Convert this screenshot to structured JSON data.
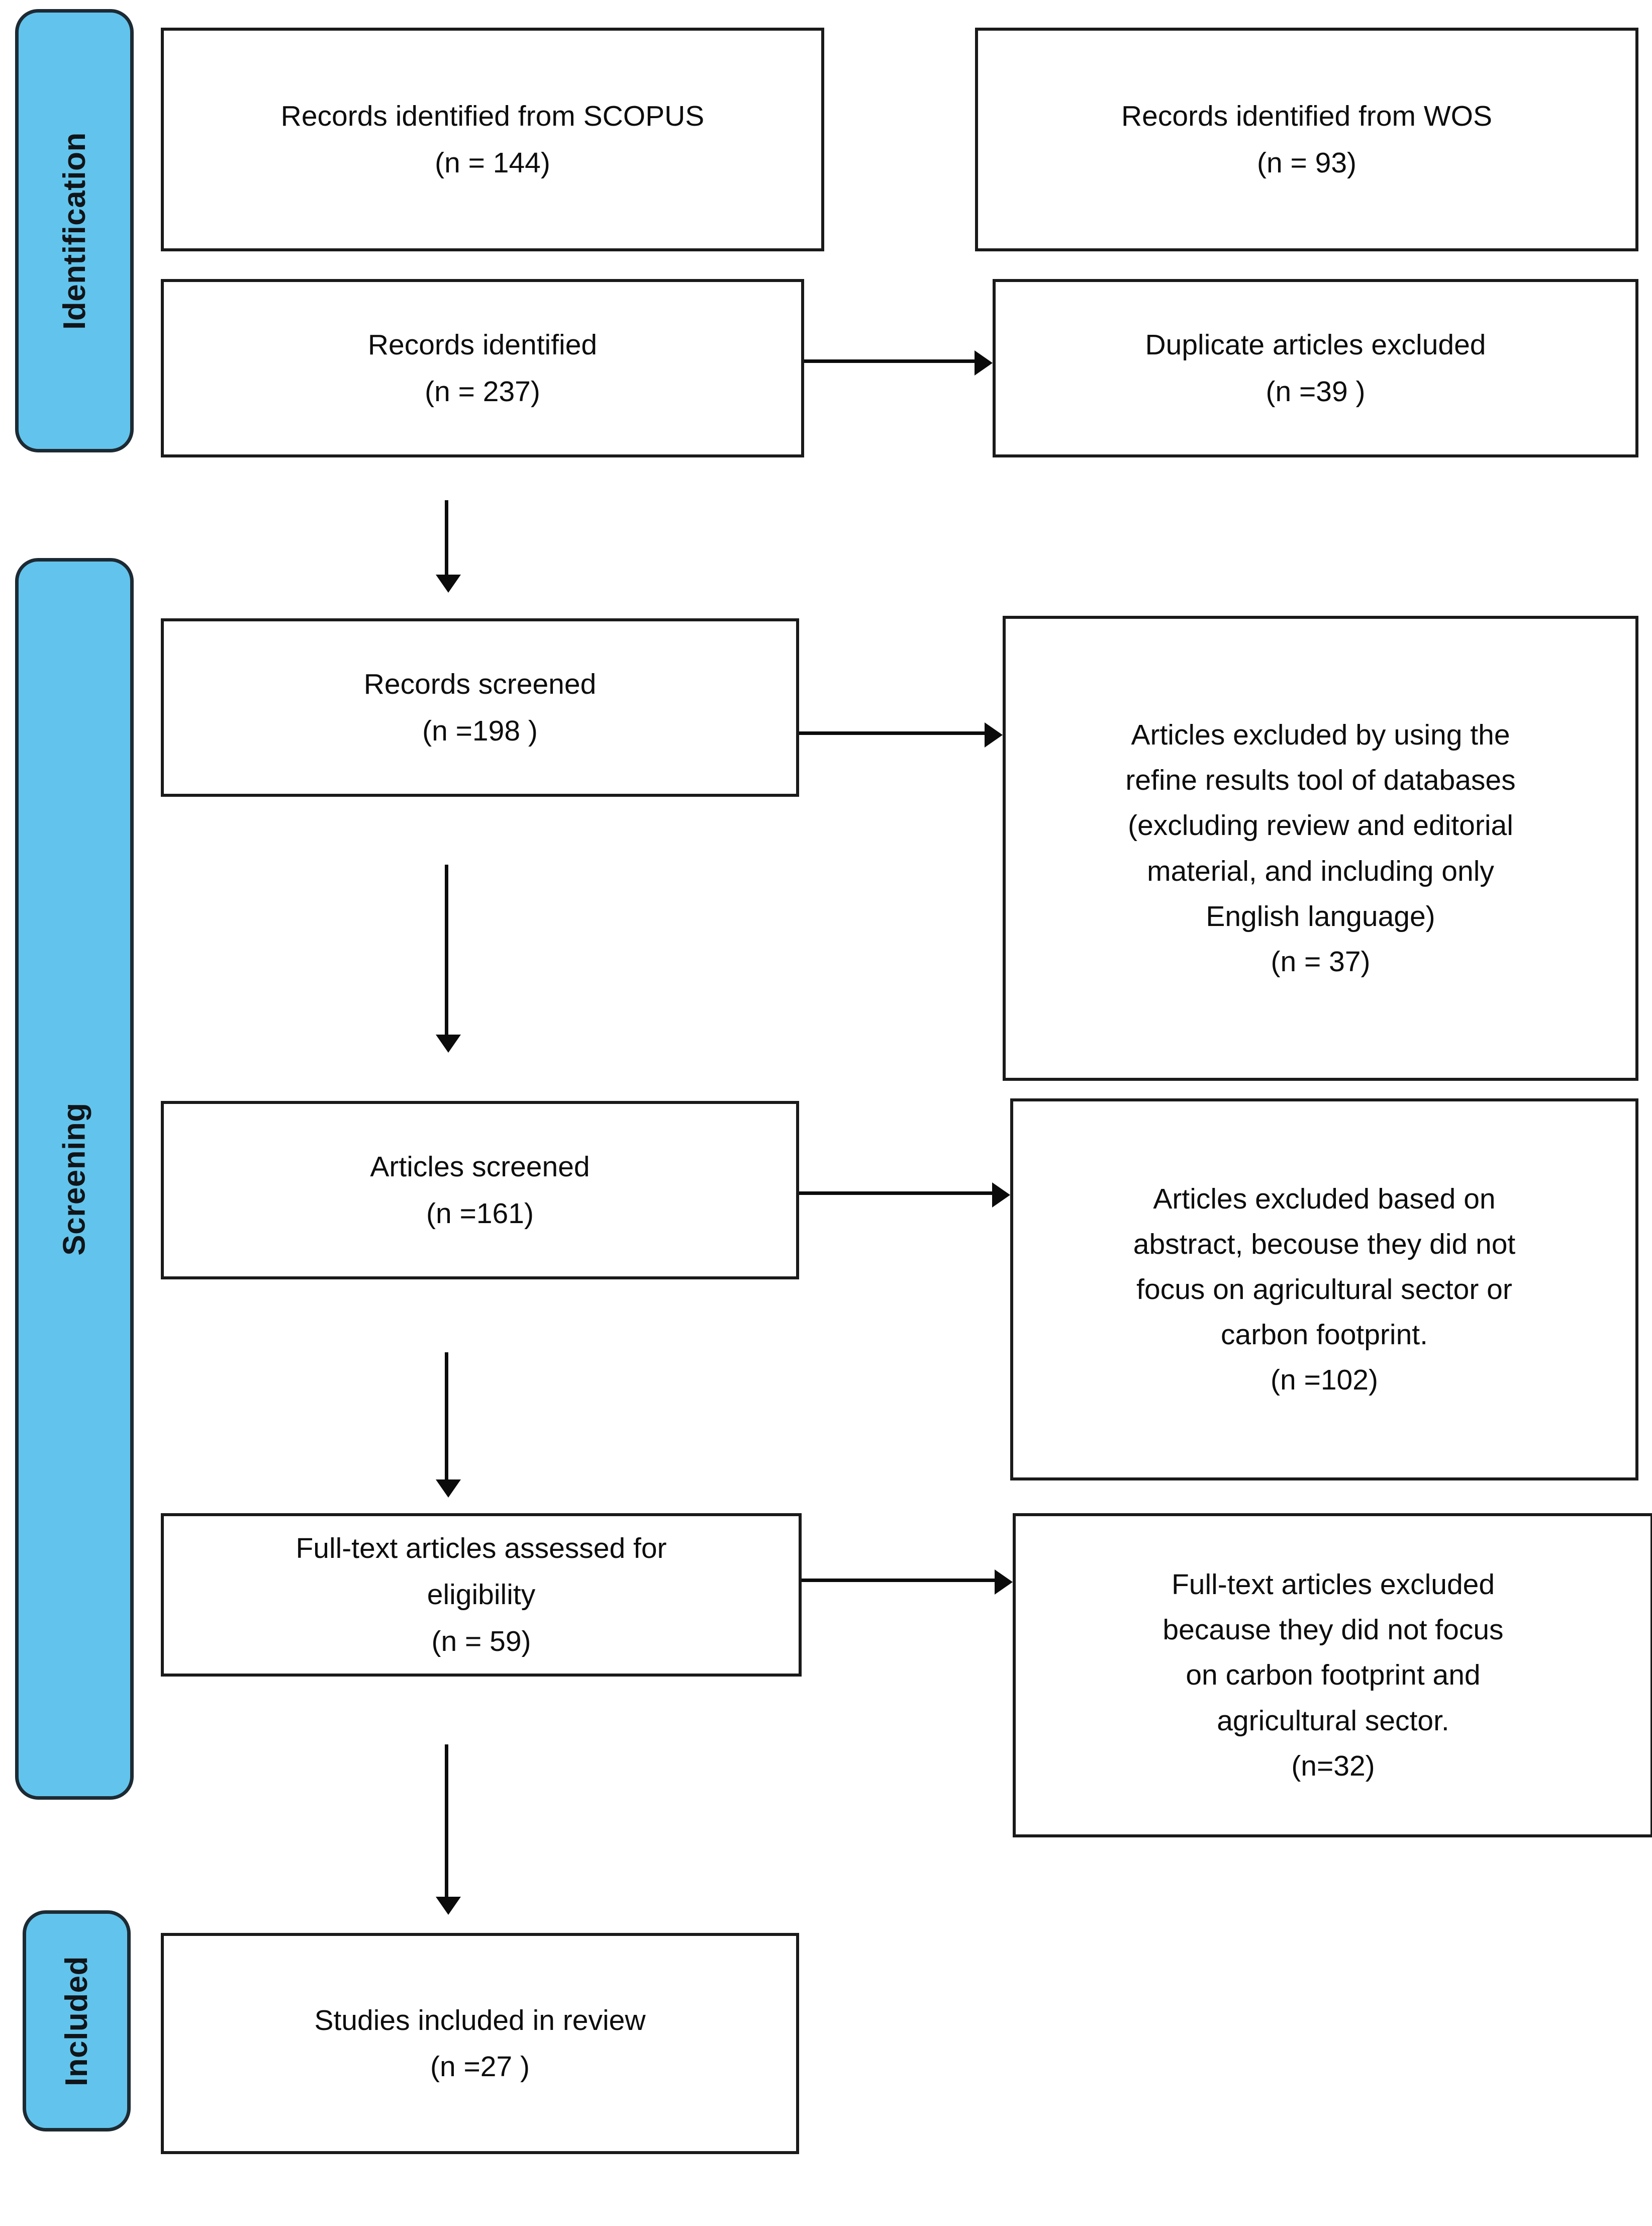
{
  "diagram": {
    "title": "PRISMA flow diagram",
    "accent_color": "#62C4EC",
    "border_color": "#1a1a1a",
    "stages": [
      {
        "id": "identification",
        "label": "Identification"
      },
      {
        "id": "screening",
        "label": "Screening"
      },
      {
        "id": "included",
        "label": "Included"
      }
    ],
    "boxes": {
      "scopus": {
        "line1": "Records identified from SCOPUS",
        "line2": "(n = 144)"
      },
      "wos": {
        "line1": "Records identified from WOS",
        "line2": "(n = 93)"
      },
      "records_identified": {
        "line1": "Records identified",
        "line2": "(n = 237)"
      },
      "duplicates_excluded": {
        "line1": "Duplicate articles excluded",
        "line2": "(n =39 )"
      },
      "records_screened": {
        "line1": "Records screened",
        "line2": "(n =198 )"
      },
      "refine_excluded": {
        "line1": "Articles excluded by using the",
        "line2": "refine results tool of databases",
        "line3": "(excluding review and editorial",
        "line4": "material, and including only",
        "line5": "English language)",
        "line6": "(n = 37)"
      },
      "articles_screened": {
        "line1": "Articles screened",
        "line2": "(n =161)"
      },
      "abstract_excluded": {
        "line1": "Articles excluded based on",
        "line2": "abstract, becouse they did not",
        "line3": "focus on agricultural sector or",
        "line4": "carbon footprint.",
        "line5": "(n =102)"
      },
      "fulltext_assessed": {
        "line1": "Full-text articles assessed for",
        "line2": "eligibility",
        "line3": "(n = 59)"
      },
      "fulltext_excluded": {
        "line1": "Full-text articles excluded",
        "line2": "because they did not focus",
        "line3": "on carbon footprint and",
        "line4": "agricultural sector.",
        "line5": "(n=32)"
      },
      "studies_included": {
        "line1": "Studies included in review",
        "line2": "(n =27 )"
      }
    },
    "chart_data": {
      "type": "table",
      "title": "PRISMA flow diagram",
      "categories": [
        "Records identified from SCOPUS",
        "Records identified from WOS",
        "Records identified",
        "Duplicate articles excluded",
        "Records screened",
        "Articles excluded by using the refine results tool of databases (excluding review and editorial material, and including only English language)",
        "Articles screened",
        "Articles excluded based on abstract, becouse they did not focus on agricultural sector or carbon footprint.",
        "Full-text articles assessed for eligibility",
        "Full-text articles excluded because they did not focus on carbon footprint and agricultural sector.",
        "Studies included in review"
      ],
      "values": [
        144,
        93,
        237,
        39,
        198,
        37,
        161,
        102,
        59,
        32,
        27
      ],
      "xlabel": "",
      "ylabel": "n"
    }
  }
}
